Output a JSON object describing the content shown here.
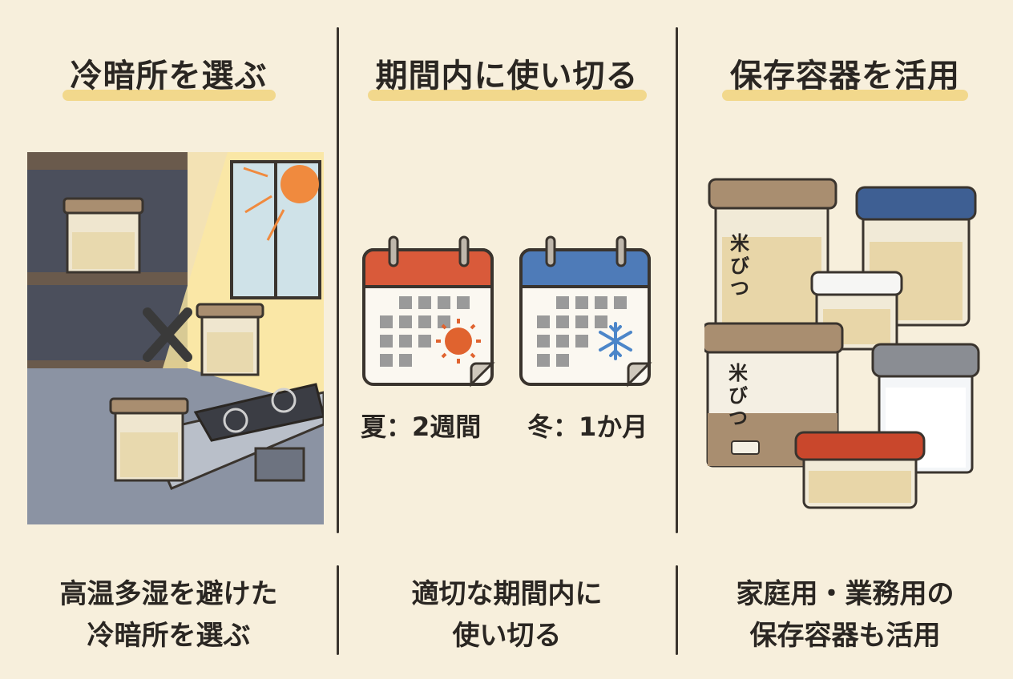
{
  "colors": {
    "background": "#f7efdc",
    "highlight": "#f1d37e",
    "summer_header": "#d95a3a",
    "winter_header": "#4e7bb8",
    "sun": "#e0632f",
    "snow": "#4c86c9"
  },
  "panels": [
    {
      "title": "冷暗所を選ぶ",
      "caption_lines": [
        "高温多湿を避けた",
        "冷暗所を選ぶ"
      ]
    },
    {
      "title": "期間内に使い切る",
      "calendars": [
        {
          "season_icon": "sun-icon",
          "label": "夏：2週間"
        },
        {
          "season_icon": "snowflake-icon",
          "label": "冬：1か月"
        }
      ],
      "caption_lines": [
        "適切な期間内に",
        "使い切る"
      ]
    },
    {
      "title": "保存容器を活用",
      "container_labels": [
        "米びつ",
        "米びつ"
      ],
      "caption_lines": [
        "家庭用・業務用の",
        "保存容器も活用"
      ]
    }
  ]
}
